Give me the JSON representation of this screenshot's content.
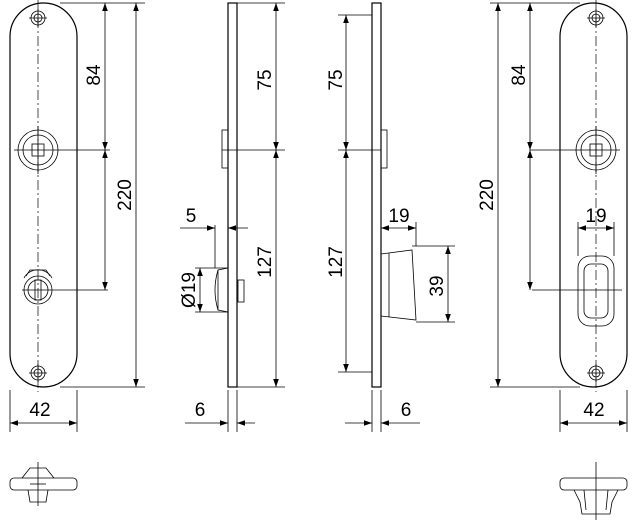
{
  "dimensions": {
    "front_left": {
      "height_84": "84",
      "height_220": "220",
      "width_42": "42"
    },
    "side_left": {
      "height_75": "75",
      "height_127": "127",
      "offset_5": "5",
      "diameter_19": "Ø19",
      "thickness_6": "6"
    },
    "side_right": {
      "height_75": "75",
      "height_127": "127",
      "depth_19": "19",
      "height_39": "39",
      "thickness_6": "6"
    },
    "front_right": {
      "height_84": "84",
      "height_220": "220",
      "width_19": "19",
      "width_42": "42"
    }
  }
}
